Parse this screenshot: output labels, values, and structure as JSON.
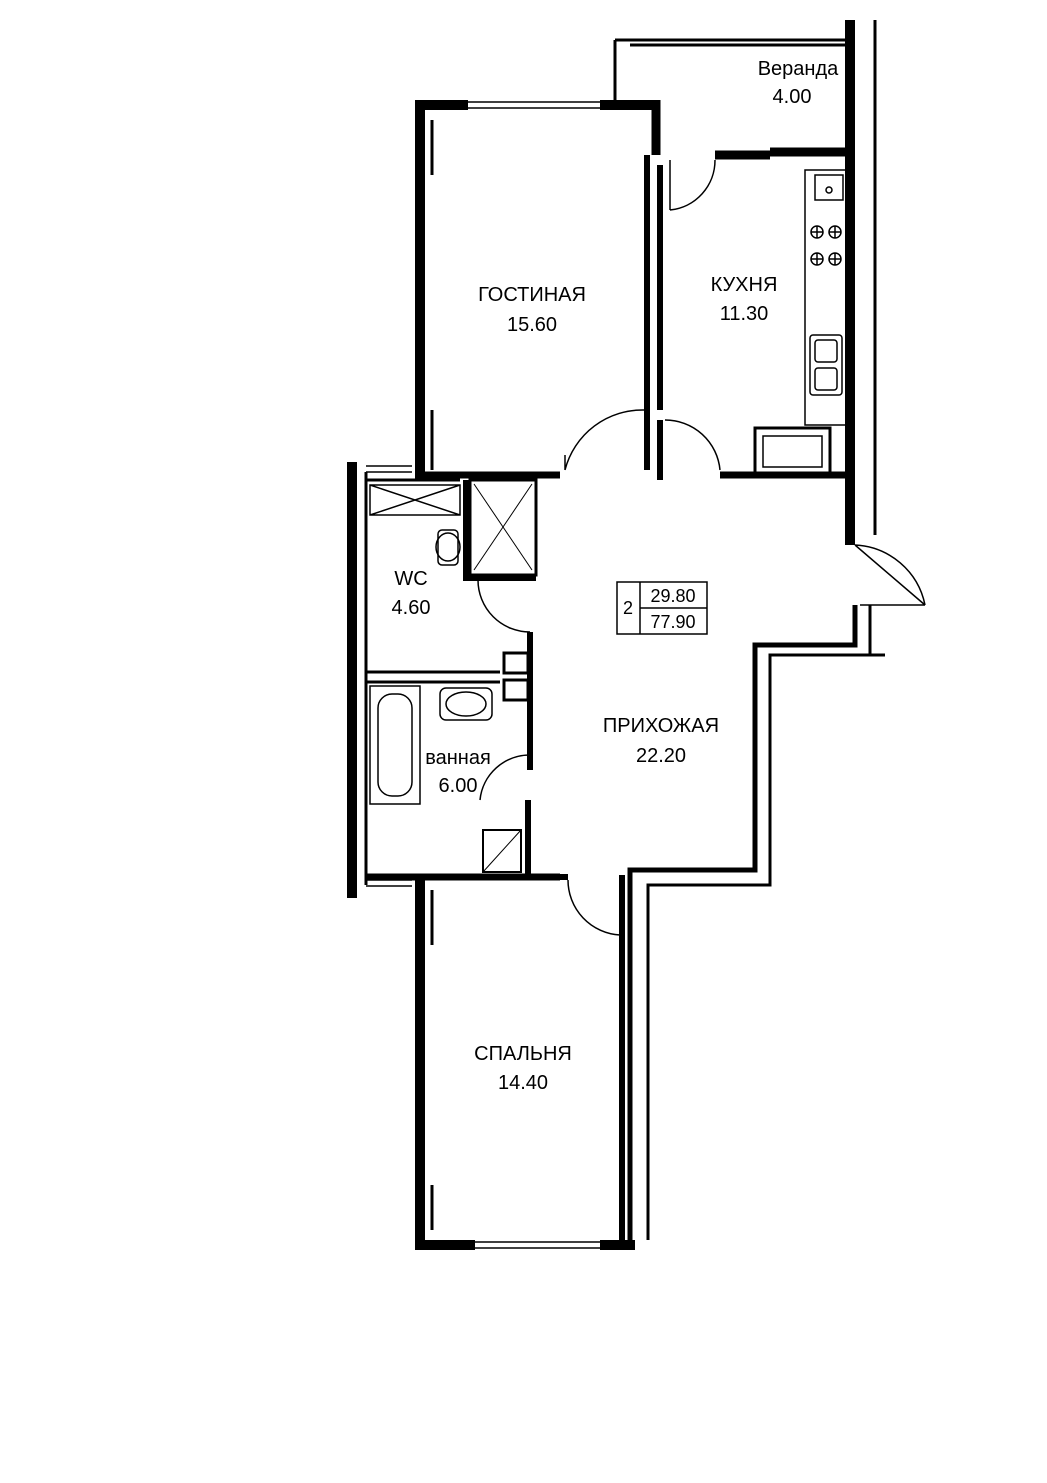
{
  "colors": {
    "wall": "#000000",
    "background": "#ffffff",
    "fixture_line": "#000000"
  },
  "apartment": {
    "rooms_count": "2",
    "living_area": "29.80",
    "total_area": "77.90"
  },
  "rooms": {
    "veranda": {
      "name": "Веранда",
      "area": "4.00"
    },
    "living_room": {
      "name": "ГОСТИНАЯ",
      "area": "15.60"
    },
    "kitchen": {
      "name": "КУХНЯ",
      "area": "11.30"
    },
    "wc": {
      "name": "WC",
      "area": "4.60"
    },
    "bathroom": {
      "name": "ванная",
      "area": "6.00"
    },
    "hallway": {
      "name": "ПРИХОЖАЯ",
      "area": "22.20"
    },
    "bedroom": {
      "name": "СПАЛЬНЯ",
      "area": "14.40"
    }
  }
}
